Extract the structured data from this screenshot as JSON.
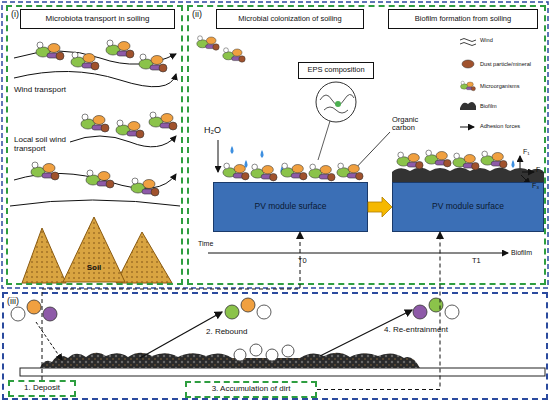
{
  "diagram": {
    "nodes": [
      {
        "text": [
          "(i)"
        ]
      },
      {
        "text": [
          "Microbiota transport in soiling"
        ],
        "in": 0
      },
      {
        "text": [
          "Soil"
        ],
        "in": 0
      },
      {
        "text": [
          "(ii)"
        ]
      },
      {
        "text": [
          "Microbial colonization of soiling"
        ],
        "in": 3
      },
      {
        "text": [
          "Biofilm formation from soiling"
        ],
        "in": 3
      },
      {
        "text": [
          "EPS composition"
        ],
        "in": 3
      },
      {
        "text": [
          "PV module surface"
        ],
        "in": 3
      },
      {
        "text": [
          "PV module surface"
        ],
        "in": 3
      },
      {
        "text": [
          "(iii)"
        ]
      },
      {
        "text": [
          "1. Deposit"
        ],
        "in": 9
      },
      {
        "text": [
          "3. Accumulation of dirt"
        ],
        "in": 9
      }
    ],
    "edges": [
      {
        "from": 7,
        "to": 8,
        "arrow": "to"
      },
      {
        "from": 10,
        "to": 7,
        "arrow": "to"
      },
      {
        "from": 11,
        "to": 8,
        "arrow": "to"
      }
    ],
    "labels": [
      "Wind transport",
      "Local soil wind transport",
      "H₂O",
      "Organic carbon",
      "Time",
      "T0",
      "T1",
      "Biofilm",
      "F₁",
      "F₂",
      "F₃",
      "2. Rebound",
      "4. Re-entrainment"
    ],
    "legend": [
      {
        "text": "Wind"
      },
      {
        "text": "Dust particle/mineral"
      },
      {
        "text": "Microorganisms"
      },
      {
        "text": "Biofilm"
      },
      {
        "text": "Adhesion forces"
      }
    ]
  }
}
